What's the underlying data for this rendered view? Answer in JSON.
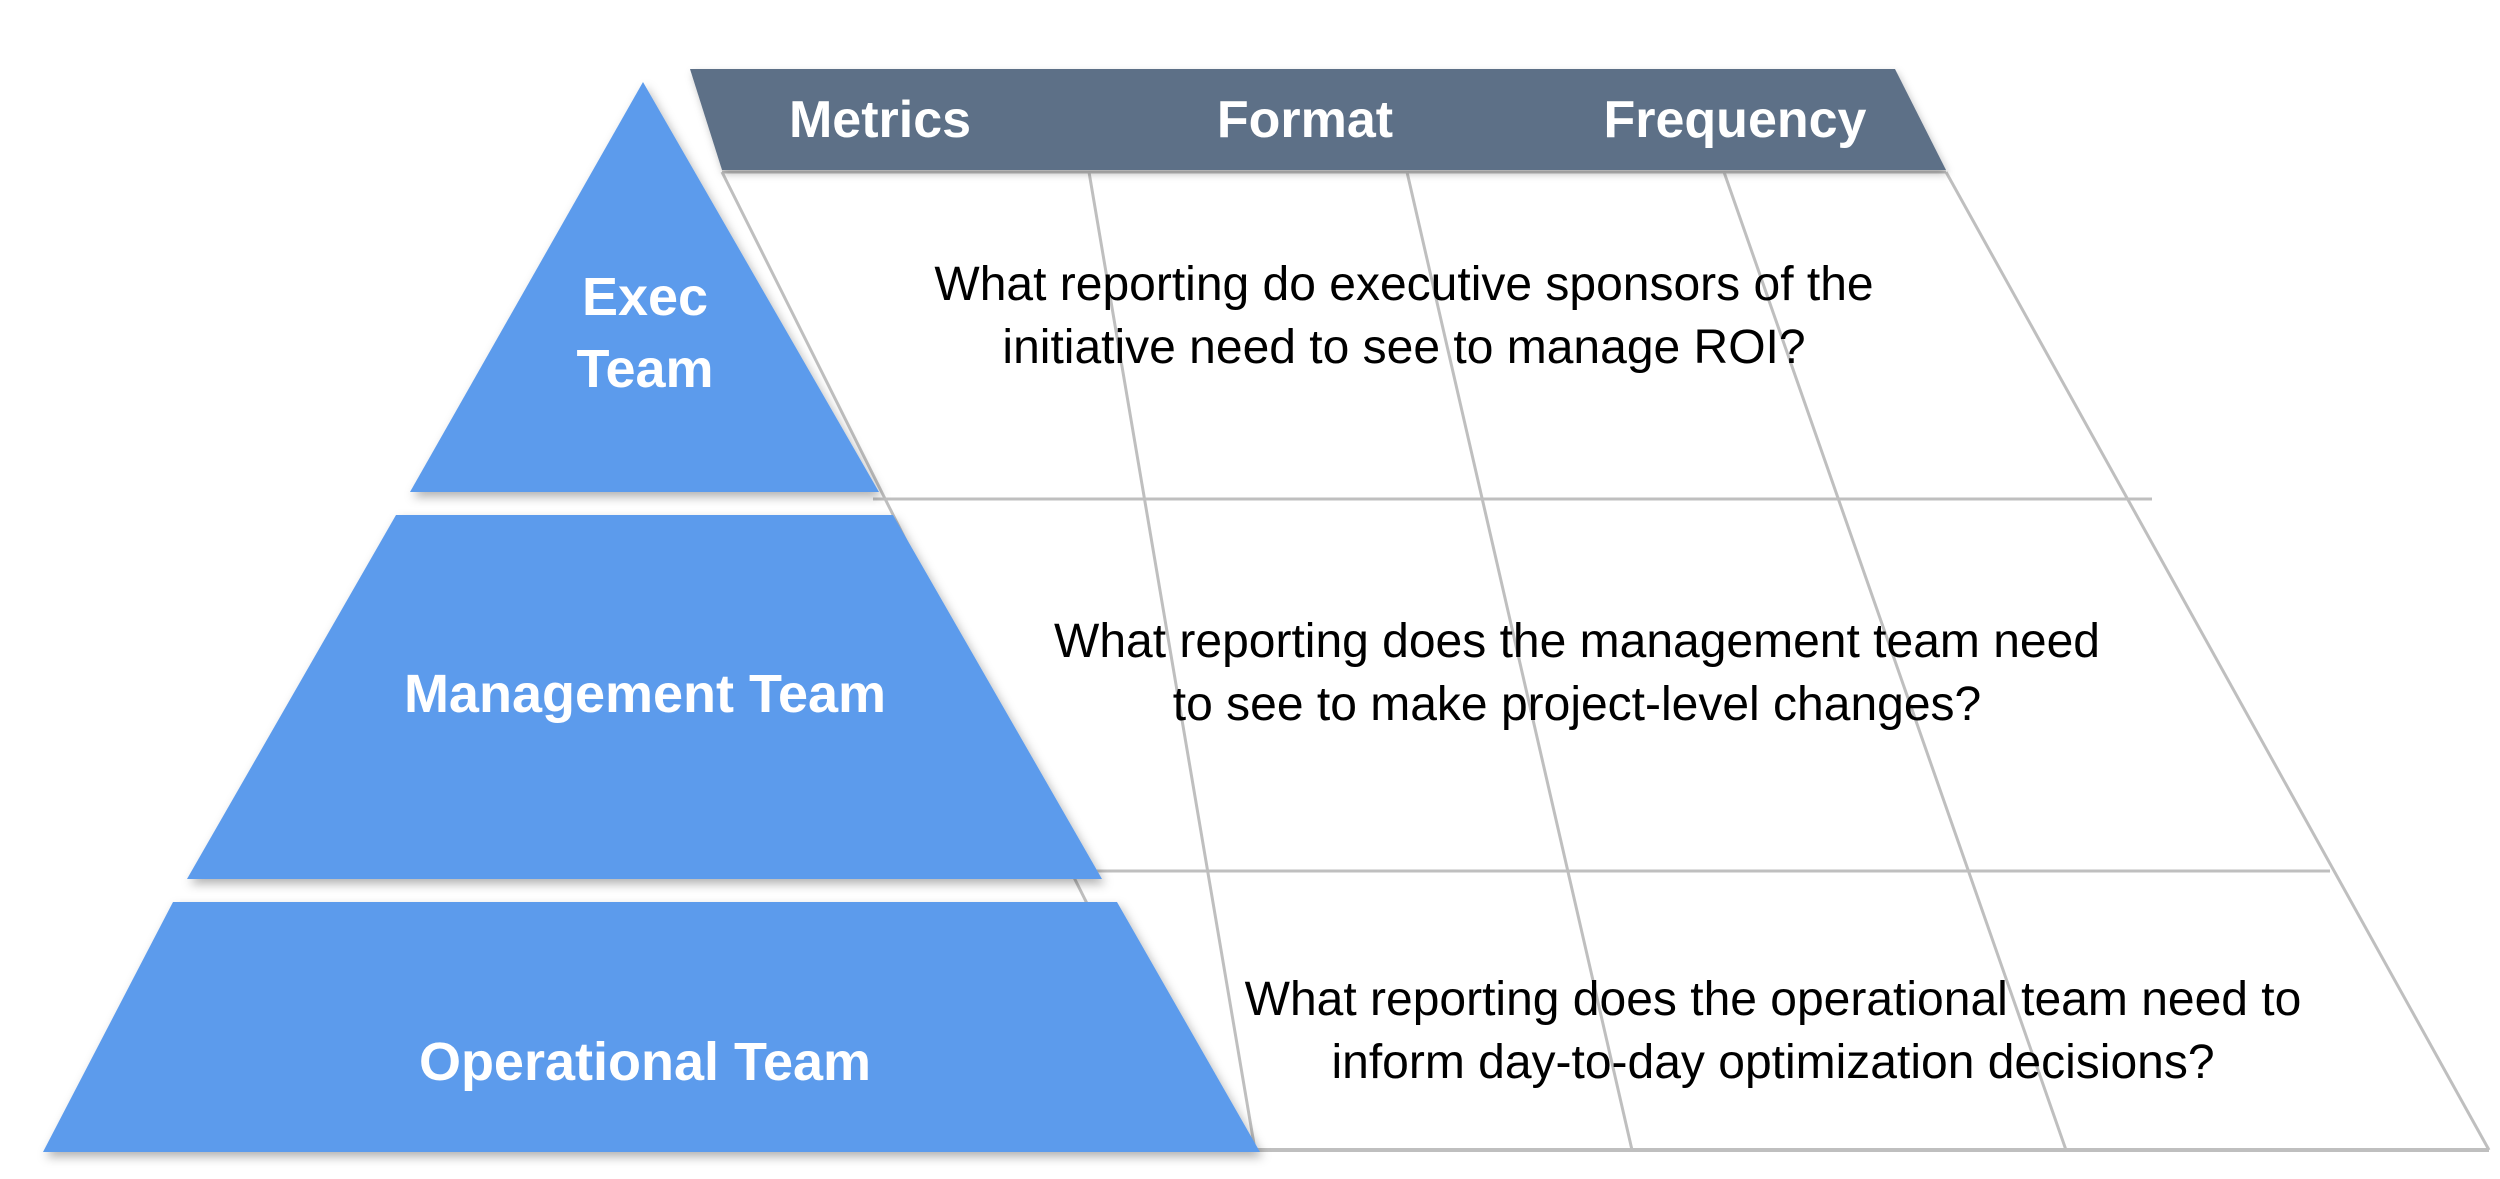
{
  "diagram": {
    "type": "pyramid-matrix",
    "title_text": "",
    "colors": {
      "tier_fill": "#5B9BEC",
      "header_fill": "#5D7087",
      "header_text": "#FFFFFF",
      "tier_text": "#FFFFFF",
      "grid_line": "#BFBFBF",
      "body_text": "#000000",
      "background": "#FFFFFF"
    },
    "header": {
      "columns": [
        {
          "label": "Metrics"
        },
        {
          "label": "Format"
        },
        {
          "label": "Frequency"
        }
      ]
    },
    "tiers": [
      {
        "id": "exec",
        "label": "Exec Team",
        "label_lines": [
          "Exec",
          "Team"
        ],
        "question_lines": [
          "What reporting do executive sponsors of the",
          "initiative need to see to manage ROI?"
        ],
        "question": "What reporting do executive sponsors of the initiative need to see to manage ROI?",
        "metrics_value": "",
        "format_value": "",
        "frequency_value": ""
      },
      {
        "id": "management",
        "label": "Management Team",
        "label_lines": [
          "Management Team"
        ],
        "question_lines": [
          "What reporting does the management team need",
          "to see to make project-level changes?"
        ],
        "question": "What reporting does the management team need to see to make project-level changes?",
        "metrics_value": "",
        "format_value": "",
        "frequency_value": ""
      },
      {
        "id": "operational",
        "label": "Operational Team",
        "label_lines": [
          "Operational Team"
        ],
        "question_lines": [
          "What reporting does the operational team need to",
          "inform day-to-day optimization decisions?"
        ],
        "question": "What reporting does the operational team need to inform day-to-day optimization decisions?",
        "metrics_value": "",
        "format_value": "",
        "frequency_value": ""
      }
    ]
  }
}
